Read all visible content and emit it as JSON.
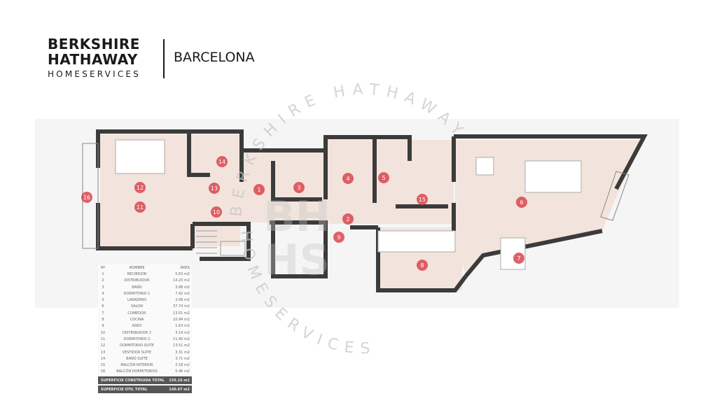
{
  "logo": {
    "line1": "BERKSHIRE",
    "line2": "HATHAWAY",
    "line3": "HOMESERVICES",
    "city": "BARCELONA"
  },
  "watermark": {
    "arc_top": "BERKSHIRE HATHAWAY",
    "arc_bottom": "HOMESERVICES",
    "mono_top": "BH",
    "mono_bottom": "HS"
  },
  "colors": {
    "wall": "#3b3b3b",
    "floor": "#f2e4dc",
    "marker": "#d9474f"
  },
  "markers": [
    "1",
    "2",
    "3",
    "4",
    "5",
    "6",
    "7",
    "8",
    "9",
    "10",
    "11",
    "12",
    "13",
    "14",
    "15",
    "16"
  ],
  "table": {
    "headers": {
      "num": "Nº",
      "name": "NOMBRE",
      "area": "ÁREA"
    },
    "rows": [
      {
        "num": "1",
        "name": "RECIBIDOR",
        "area": "5.63 m2"
      },
      {
        "num": "2",
        "name": "DISTRIBUIDOR",
        "area": "14.23 m2"
      },
      {
        "num": "3",
        "name": "BAÑO",
        "area": "3.88 m2"
      },
      {
        "num": "4",
        "name": "DORMITORIO 1",
        "area": "7.42 m2"
      },
      {
        "num": "5",
        "name": "LAVADERO",
        "area": "3.08 m2"
      },
      {
        "num": "6",
        "name": "SALON",
        "area": "37.74 m2"
      },
      {
        "num": "7",
        "name": "COMEDOR",
        "area": "13.01 m2"
      },
      {
        "num": "8",
        "name": "COCINA",
        "area": "10.94 m2"
      },
      {
        "num": "9",
        "name": "ASEO",
        "area": "1.63 m2"
      },
      {
        "num": "10",
        "name": "DISTRIBUIDOR 2",
        "area": "3.14 m2"
      },
      {
        "num": "11",
        "name": "DORMITORIO 2",
        "area": "11.40 m2"
      },
      {
        "num": "12",
        "name": "DORMITORIO SUITE",
        "area": "13.51 m2"
      },
      {
        "num": "13",
        "name": "VESTIDOR SUITE",
        "area": "3.31 m2"
      },
      {
        "num": "14",
        "name": "BAÑO SUITE",
        "area": "3.71 m2"
      },
      {
        "num": "15",
        "name": "BALCÓN INTERIOR",
        "area": "2.18 m2"
      },
      {
        "num": "16",
        "name": "BALCÓN DORMITORIOS",
        "area": "5.46 m2"
      }
    ],
    "totals": [
      {
        "label": "SUPERFICIE CONSTRUIDA TOTAL",
        "value": "159.16 m2"
      },
      {
        "label": "SUPERFICIE ÚTIL TOTAL",
        "value": "140.47 m2"
      }
    ]
  }
}
